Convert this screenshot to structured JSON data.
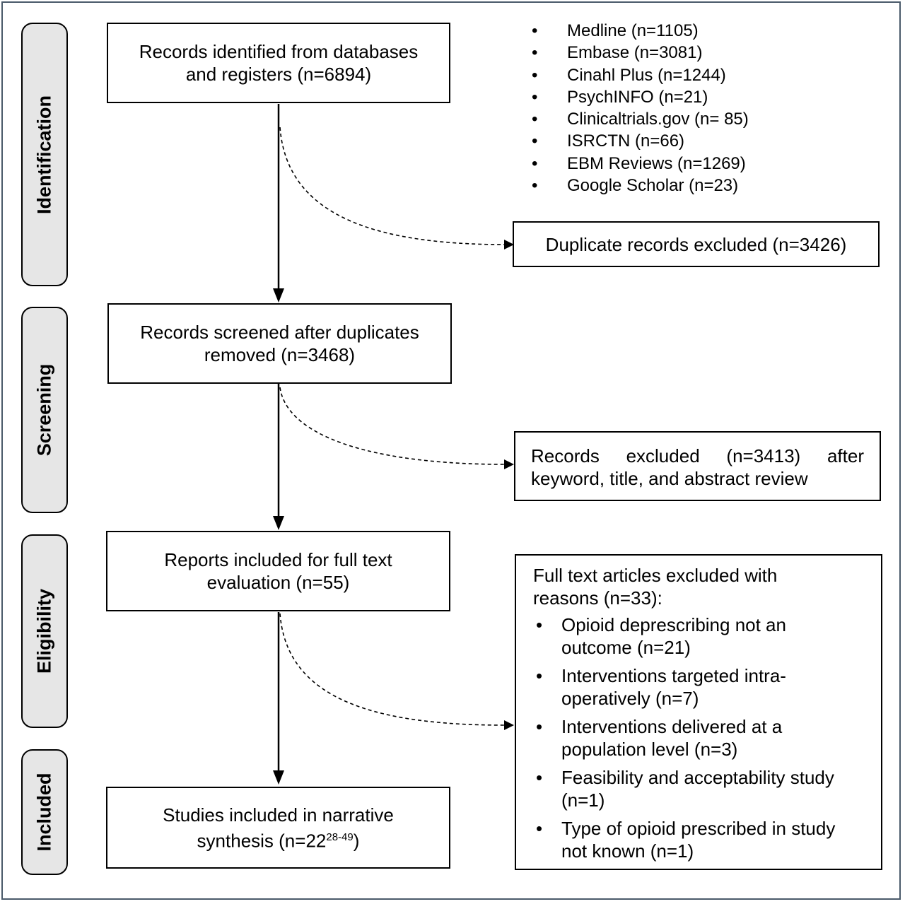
{
  "stages": {
    "identification": "Identification",
    "screening": "Screening",
    "eligibility": "Eligibility",
    "included": "Included"
  },
  "boxes": {
    "identified_line1": "Records identified from databases",
    "identified_line2": "and registers (n=6894)",
    "duplicates": "Duplicate records excluded (n=3426)",
    "screened_line1": "Records screened after duplicates",
    "screened_line2": "removed (n=3468)",
    "records_excluded_line1": "Records excluded (n=3413) after",
    "records_excluded_line2": "keyword, title, and abstract review",
    "full_text_line1": "Reports included for full text",
    "full_text_line2": "evaluation (n=55)",
    "studies_line1": "Studies included in narrative",
    "studies_line2_prefix": "synthesis (n=22",
    "studies_sup": "28-49",
    "studies_line2_suffix": ")"
  },
  "sources": [
    "Medline (n=1105)",
    "Embase (n=3081)",
    "Cinahl Plus (n=1244)",
    "PsychINFO (n=21)",
    "Clinicaltrials.gov (n= 85)",
    "ISRCTN (n=66)",
    "EBM Reviews (n=1269)",
    "Google Scholar (n=23)"
  ],
  "exclusions": {
    "heading_line1": "Full text articles excluded with",
    "heading_line2": "reasons (n=33):",
    "reasons": [
      {
        "line1": "Opioid deprescribing not an",
        "line2": "outcome (n=21)"
      },
      {
        "line1": "Interventions targeted intra-",
        "line2": "operatively (n=7)"
      },
      {
        "line1": "Interventions delivered at a",
        "line2": "population level (n=3)"
      },
      {
        "line1": "Feasibility and acceptability study",
        "line2": "(n=1)"
      },
      {
        "line1": "Type of opioid prescribed in study",
        "line2": "not known (n=1)"
      }
    ]
  }
}
